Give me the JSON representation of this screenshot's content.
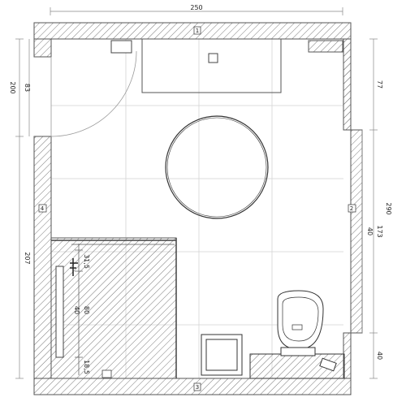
{
  "dimensions": {
    "top_width": "250",
    "left_upper_outer": "200",
    "left_upper_inner": "83",
    "left_lower": "207",
    "right_top": "77",
    "right_mid": "173",
    "right_mid_inner": "40",
    "right_total": "290",
    "right_bottom": "40",
    "shower_a": "31,5",
    "shower_b": "80",
    "shower_c": "40",
    "shower_d": "18,5"
  },
  "wall_numbers": {
    "top": "1",
    "right": "2",
    "bottom": "3",
    "left": "4"
  },
  "colors": {
    "wall_line": "#555555",
    "hatch": "#777777",
    "grid": "#d0d0d0",
    "dim_line": "#888888"
  }
}
